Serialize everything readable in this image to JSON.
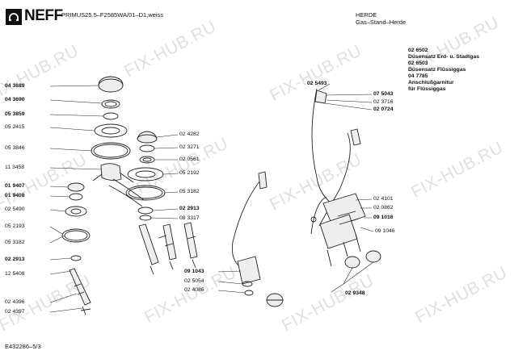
{
  "header": {
    "brand": "NEFF",
    "model": "PRIMUS25.5–F2585WA/01–D1,weiss",
    "category": "HERDE",
    "subcategory": "Gas–Stand–Herde"
  },
  "footer": {
    "code": "E432286–5/3"
  },
  "watermark": "FIX-HUB.RU",
  "notes": {
    "n1": "02 6502",
    "n2": "Düsensatz Erd- u. Stadtgas",
    "n3": "02 6503",
    "n4": "Düsensatz Flüssiggas",
    "n5": "04 7785",
    "n6": "Anschlußgarnitur",
    "n7": "für Flüssiggas"
  },
  "parts": {
    "p043689": "04 3689",
    "p043690": "04 3690",
    "p053859": "05 3859",
    "p052415": "05 2415",
    "p053846": "05 3846",
    "p113458": "11 3458",
    "p019407": "01 9407",
    "p019408": "01 9408",
    "p025490": "02 5490",
    "p052193": "05 2193",
    "p053182a": "05 3182",
    "p022913a": "02 2913",
    "p125408": "12 5408",
    "p024396": "02 4396",
    "p024397": "02 4397",
    "p024282": "02 4282",
    "p023271": "02 3271",
    "p020561": "02 0561",
    "p052192": "05 2192",
    "p053182b": "05 3182",
    "p022913b": "02 2913",
    "p083317": "08 3317",
    "p091043": "09 1043",
    "p025054": "02 5054",
    "p024086": "02 4086",
    "p025493": "02 5493",
    "p075043": "07 5043",
    "p023716": "02 3716",
    "p020724": "02 0724",
    "p024101": "02 4101",
    "p020862": "02 0862",
    "p091016a": "09 1016",
    "p091046": "09 1046",
    "p029348": "02 9348"
  },
  "colors": {
    "line": "#222222",
    "watermark": "#c8c8c8"
  }
}
